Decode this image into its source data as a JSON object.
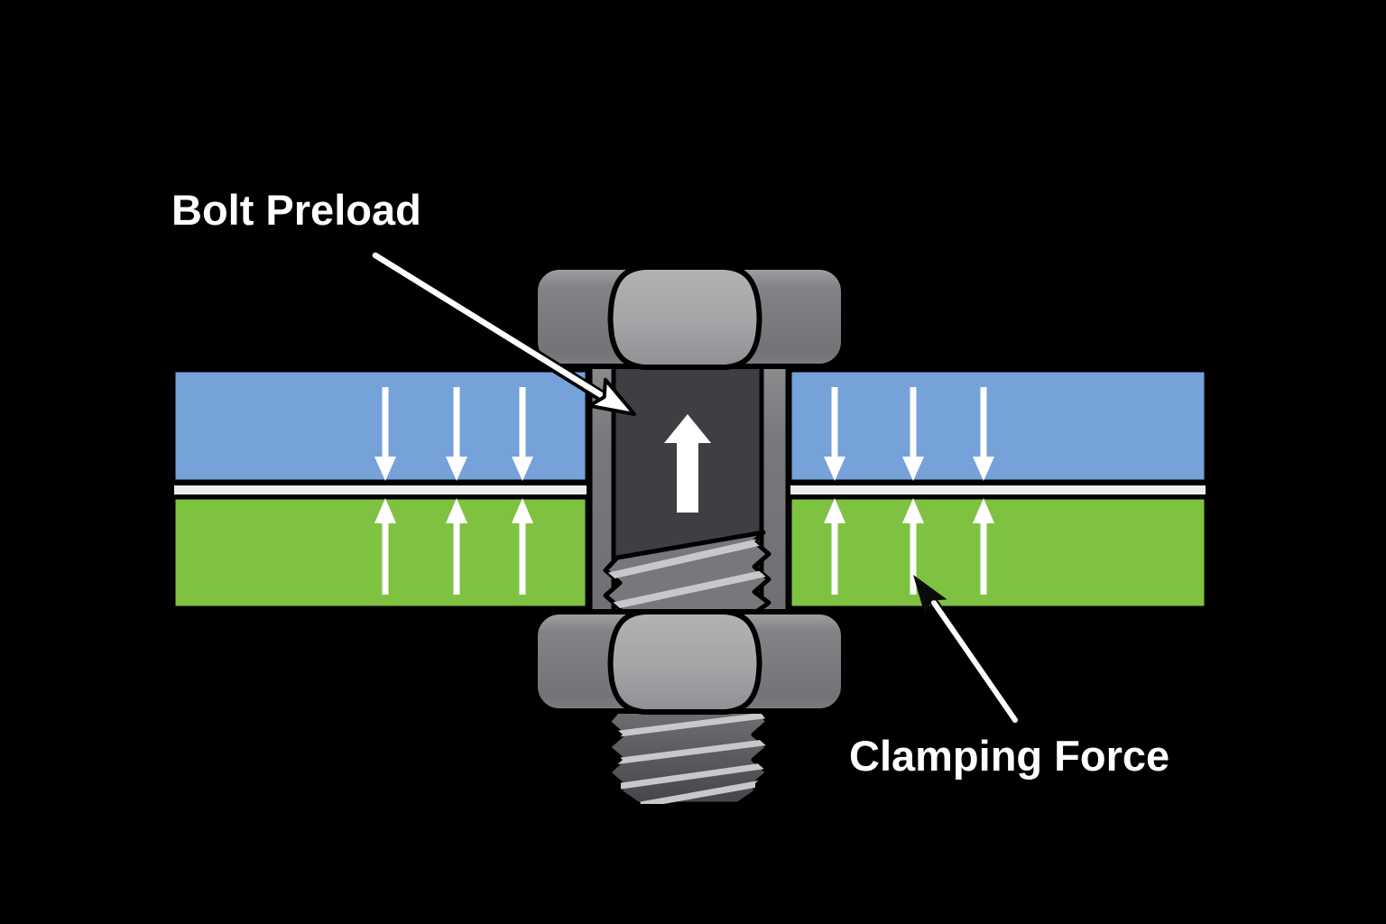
{
  "labels": {
    "bolt_preload": "Bolt Preload",
    "clamping_force": "Clamping Force"
  },
  "colors": {
    "background": "#000000",
    "top_plate_blue": "#74a2d9",
    "bottom_plate_green": "#7fc242",
    "interface_shim_white": "#ededee",
    "bolt_metal_gray": "#7d7e81",
    "bolt_face_gray": "#a7a8aa",
    "bore_strip_gray": "#7a7b7e",
    "shank_dark_gray": "#3d3f42",
    "thread_gray": "#77787b",
    "thread_stripe_light": "#c7c8ca",
    "force_arrow_white": "#ffffff",
    "leader_line_white": "#ffffff",
    "leader_outline_black": "#000000",
    "clamping_arrowhead_black": "#0a0a0a",
    "label_text_white": "#ffffff"
  },
  "diagram": {
    "subject": "bolted joint cross-section",
    "bolt_preload_arrow_direction": "up",
    "top_plate_force_direction": "down",
    "bottom_plate_force_direction": "up",
    "clamping_arrows_left_of_bolt": 3,
    "clamping_arrows_right_of_bolt": 3
  }
}
